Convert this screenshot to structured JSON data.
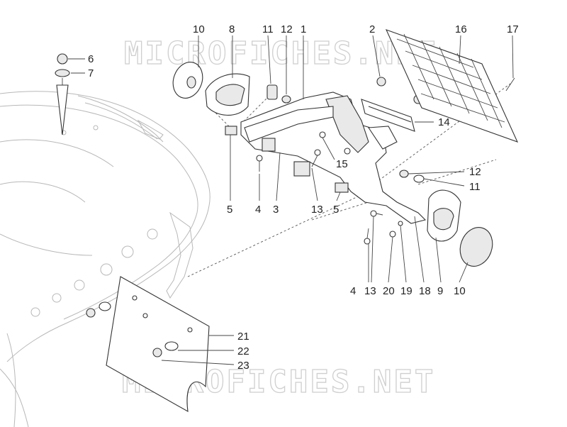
{
  "watermark": {
    "top": "MICROFICHES.NET",
    "bottom": "MICROFICHES.NET"
  },
  "callouts": [
    {
      "id": "c10a",
      "label": "10"
    },
    {
      "id": "c8",
      "label": "8"
    },
    {
      "id": "c11a",
      "label": "11"
    },
    {
      "id": "c12a",
      "label": "12"
    },
    {
      "id": "c1",
      "label": "1"
    },
    {
      "id": "c2",
      "label": "2"
    },
    {
      "id": "c16",
      "label": "16"
    },
    {
      "id": "c17",
      "label": "17"
    },
    {
      "id": "c6",
      "label": "6"
    },
    {
      "id": "c7",
      "label": "7"
    },
    {
      "id": "c14",
      "label": "14"
    },
    {
      "id": "c15",
      "label": "15"
    },
    {
      "id": "c12b",
      "label": "12"
    },
    {
      "id": "c11b",
      "label": "11"
    },
    {
      "id": "c5a",
      "label": "5"
    },
    {
      "id": "c4a",
      "label": "4"
    },
    {
      "id": "c3",
      "label": "3"
    },
    {
      "id": "c13a",
      "label": "13"
    },
    {
      "id": "c5b",
      "label": "5"
    },
    {
      "id": "c4b",
      "label": "4"
    },
    {
      "id": "c13b",
      "label": "13"
    },
    {
      "id": "c20",
      "label": "20"
    },
    {
      "id": "c19",
      "label": "19"
    },
    {
      "id": "c18",
      "label": "18"
    },
    {
      "id": "c9",
      "label": "9"
    },
    {
      "id": "c10b",
      "label": "10"
    },
    {
      "id": "c21",
      "label": "21"
    },
    {
      "id": "c22",
      "label": "22"
    },
    {
      "id": "c23",
      "label": "23"
    }
  ]
}
